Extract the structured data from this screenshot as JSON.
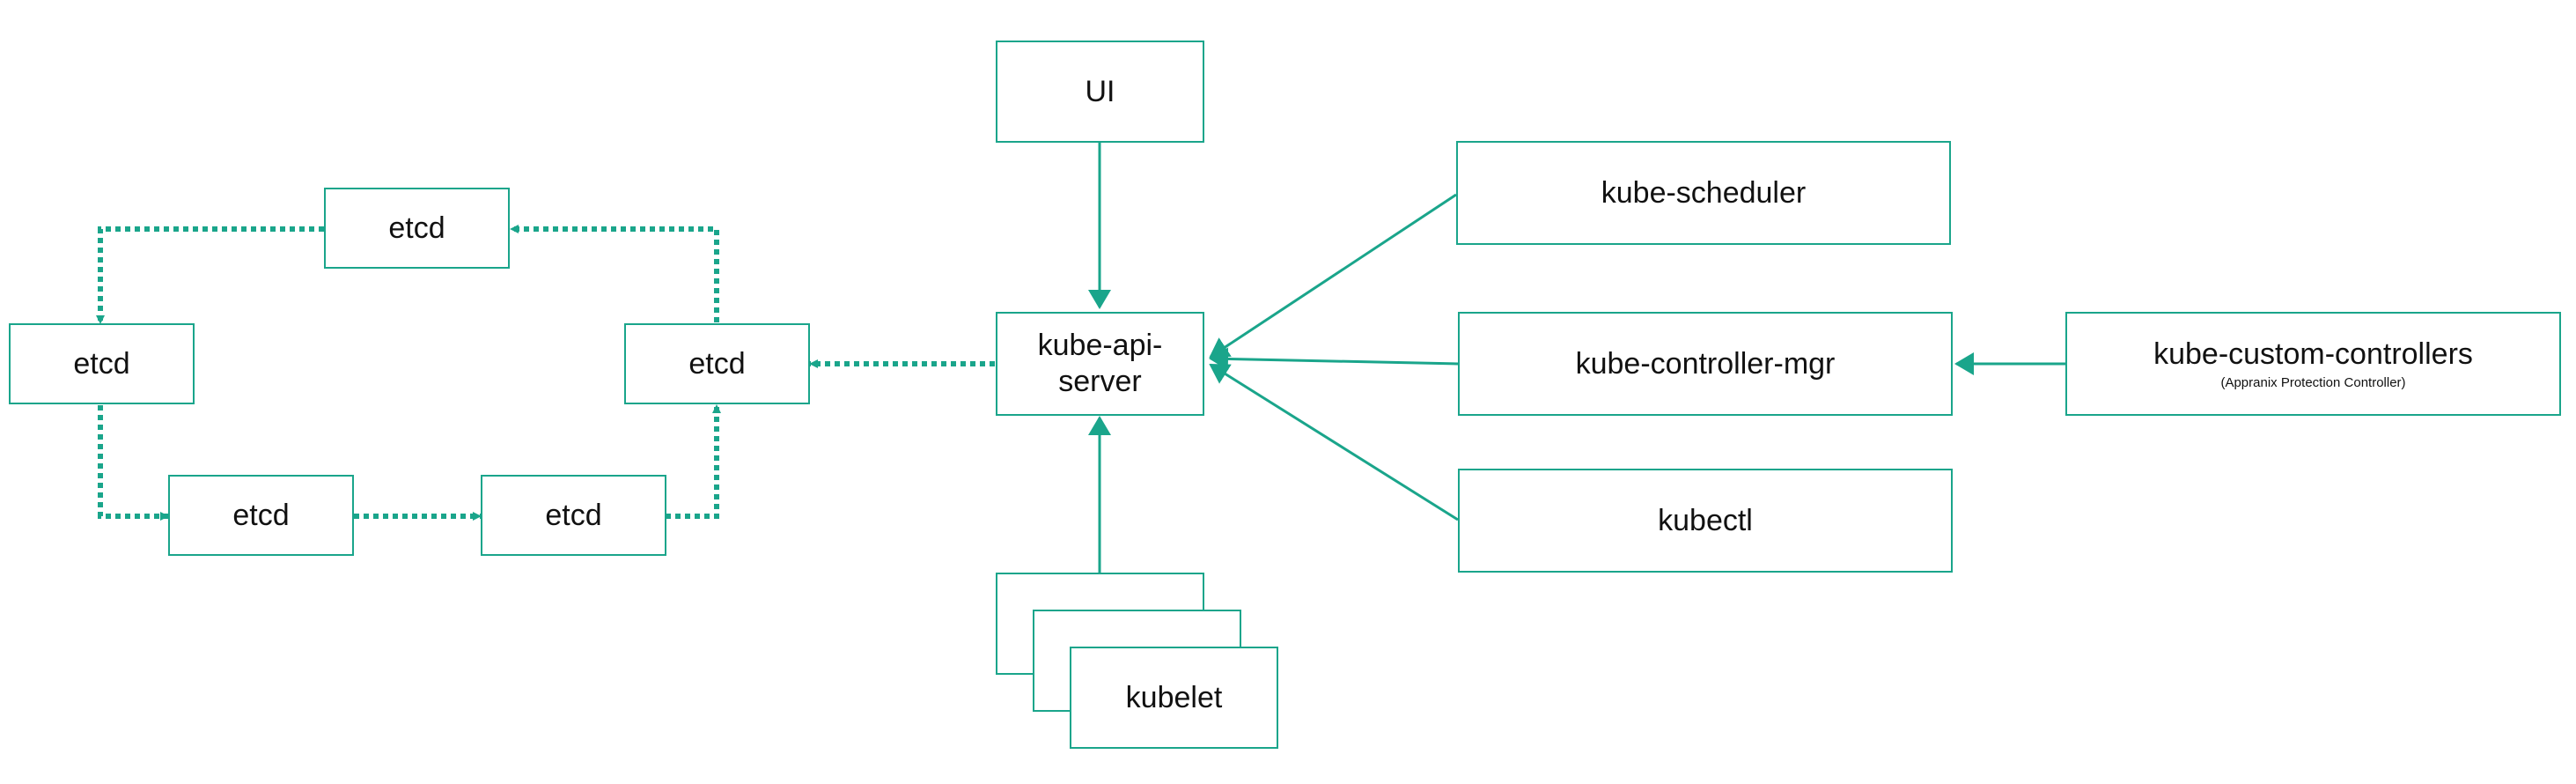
{
  "colors": {
    "stroke": "#1aa58b",
    "text": "#111111",
    "background": "#ffffff"
  },
  "nodes": {
    "ui": "UI",
    "api_line1": "kube-api-",
    "api_line2": "server",
    "scheduler": "kube-scheduler",
    "controller_mgr": "kube-controller-mgr",
    "kubectl": "kubectl",
    "custom_controllers": "kube-custom-controllers",
    "custom_controllers_sub": "(Appranix Protection Controller)",
    "kubelet": "kubelet",
    "etcd": "etcd"
  }
}
